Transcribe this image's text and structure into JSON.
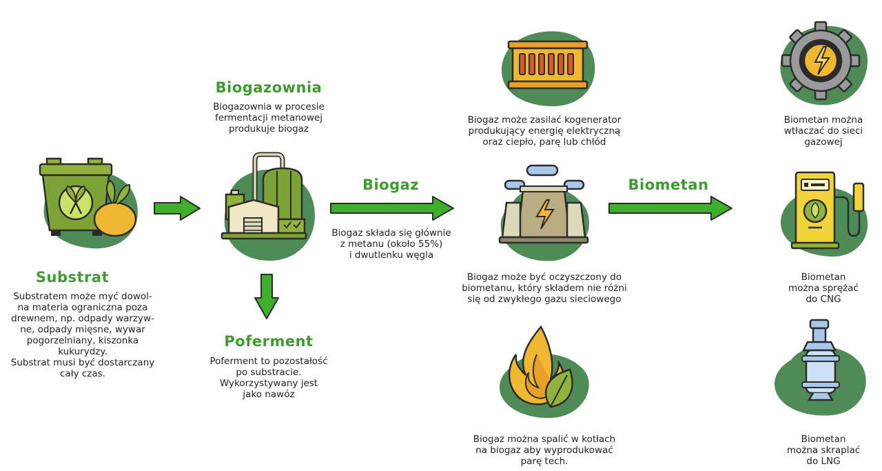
{
  "colors": {
    "accent_green": "#3d9b2f",
    "arrow_green": "#3fae2a",
    "blob_green": "#4f8b57",
    "outline": "#2b2b2b"
  },
  "substrat": {
    "title": "Substrat",
    "desc": "Substratem może myć dowol-\nna materia ograniczna poza\ndrewnem, np. odpady warzyw-\nne, odpady mięsne, wywar\npogorzelniany, kiszonka\nkukurydzy.\nSubstrat musi być dostarczany\ncały czas.",
    "icon": "waste-bin-with-vegetables-icon"
  },
  "biogazownia": {
    "title": "Biogazownia",
    "desc": "Biogazownia w procesie\nfermentacji metanowej\nprodukuje biogaz",
    "icon": "biogas-plant-icon"
  },
  "poferment": {
    "title": "Poferment",
    "desc": "Poferment to pozostałość\npo substracie.\nWykorzystywany jest\njako nawóz"
  },
  "biogaz": {
    "title": "Biogaz",
    "desc": "Biogaz składa się głównie\nz metanu (około 55%)\ni dwutlenku węgla"
  },
  "cogen": {
    "desc": "Biogaz może zasilać kogenerator\nprodukujący energię elektryczną\noraz ciepło, parę lub chłód",
    "icon": "cogenerator-icon"
  },
  "purification": {
    "desc": "Biogaz może być oczyszczony do\nbiometanu, który składem nie różni\nsię od zwykłego gazu sieciowego",
    "icon": "power-plant-icon"
  },
  "boiler": {
    "desc": "Biogaz można spalić w kotłach\nna biogaz aby wyprodukować\nparę tech.",
    "icon": "flame-leaf-icon"
  },
  "biometan": {
    "title": "Biometan"
  },
  "grid": {
    "desc": "Biometan można\nwtłaczać do sieci\ngazowej",
    "icon": "gear-energy-icon"
  },
  "cng": {
    "desc": "Biometan\nmożna sprężać\ndo CNG",
    "icon": "fuel-pump-icon"
  },
  "lng": {
    "desc": "Biometan\nmożna skraplać\ndo LNG",
    "icon": "gas-cylinder-icon"
  }
}
